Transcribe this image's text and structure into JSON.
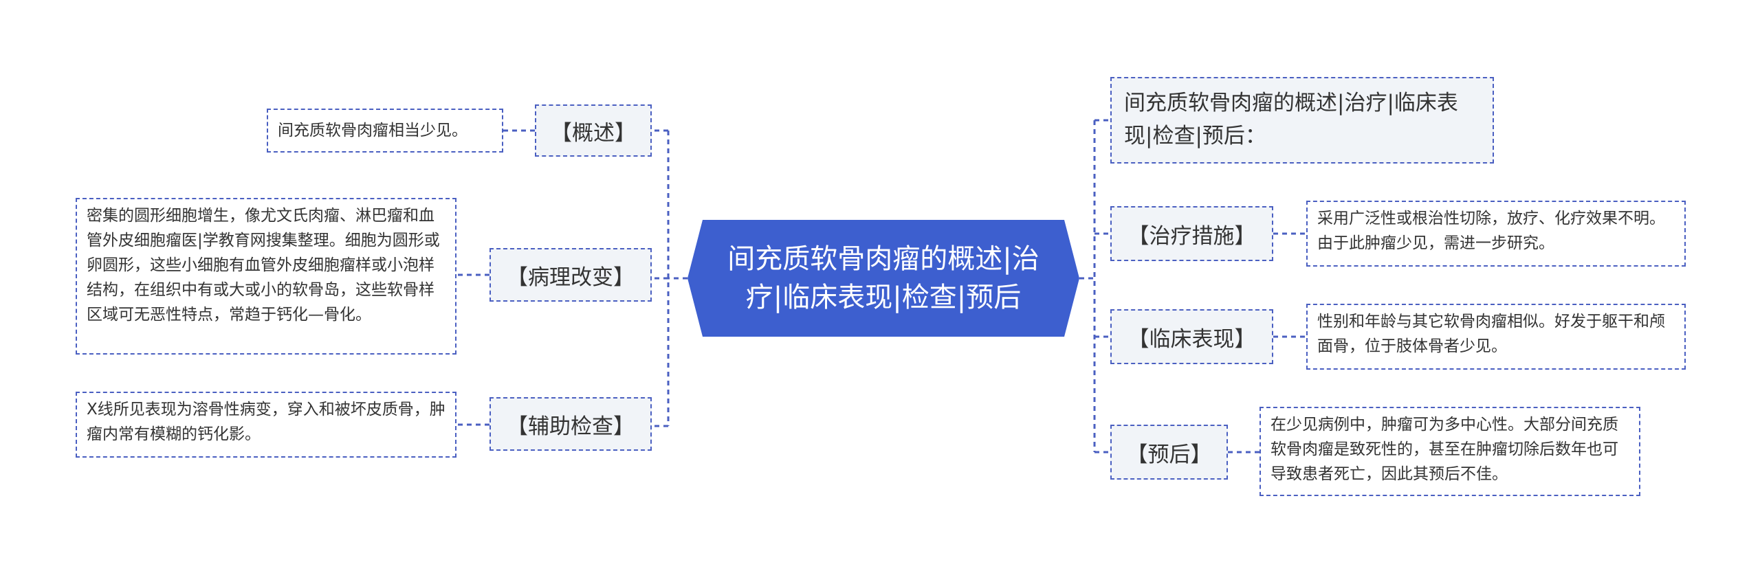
{
  "center": {
    "title": "间充质软骨肉瘤的概述|治疗|临床表现|检查|预后"
  },
  "left_branches": [
    {
      "label": "【概述】",
      "detail": "间充质软骨肉瘤相当少见。"
    },
    {
      "label": "【病理改变】",
      "detail": "密集的圆形细胞增生，像尤文氏肉瘤、淋巴瘤和血管外皮细胞瘤医|学教育网搜集整理。细胞为圆形或卵圆形，这些小细胞有血管外皮细胞瘤样或小泡样结构，在组织中有或大或小的软骨岛，这些软骨样区域可无恶性特点，常趋于钙化—骨化。"
    },
    {
      "label": "【辅助检查】",
      "detail": "X线所见表现为溶骨性病变，穿入和被坏皮质骨，肿瘤内常有模糊的钙化影。"
    }
  ],
  "right_intro": {
    "text": "间充质软骨肉瘤的概述|治疗|临床表现|检查|预后："
  },
  "right_branches": [
    {
      "label": "【治疗措施】",
      "detail": "采用广泛性或根治性切除，放疗、化疗效果不明。由于此肿瘤少见，需进一步研究。"
    },
    {
      "label": "【临床表现】",
      "detail": "性别和年龄与其它软骨肉瘤相似。好发于躯干和颅面骨，位于肢体骨者少见。"
    },
    {
      "label": "【预后】",
      "detail": "在少见病例中，肿瘤可为多中心性。大部分间充质软骨肉瘤是致死性的，甚至在肿瘤切除后数年也可导致患者死亡，因此其预后不佳。"
    }
  ],
  "colors": {
    "center_fill": "#3d5fcf",
    "connector": "#4a5fc1",
    "branch_fill": "#f1f4f8"
  }
}
